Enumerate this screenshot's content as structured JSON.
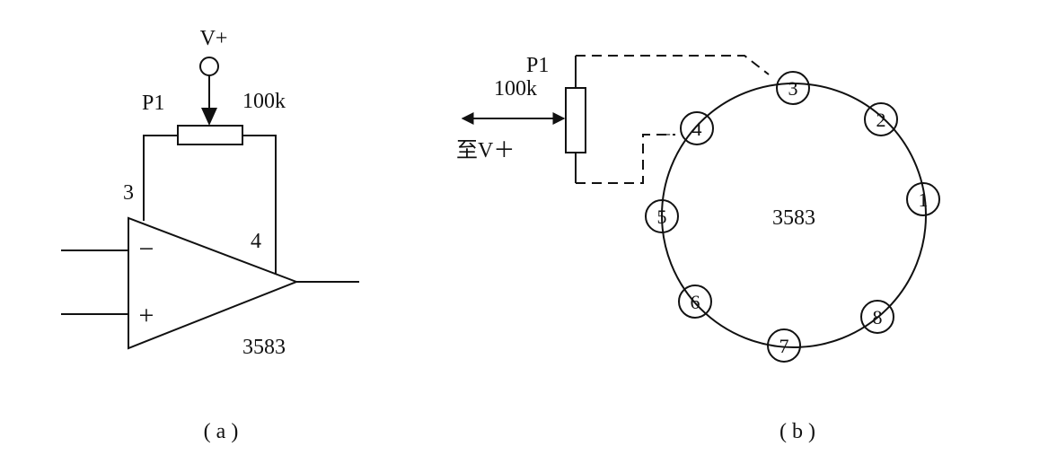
{
  "diagram_a": {
    "supply_label": "V+",
    "pot_name": "P1",
    "pot_value": "100k",
    "pin_3": "3",
    "pin_4": "4",
    "minus_sign": "−",
    "plus_sign": "+",
    "chip_label": "3583",
    "caption": "( a )"
  },
  "diagram_b": {
    "pot_name": "P1",
    "pot_value": "100k",
    "supply_label": "至V＋",
    "dash_mark": "–",
    "chip_label": "3583",
    "pins": [
      "1",
      "2",
      "3",
      "4",
      "5",
      "6",
      "7",
      "8"
    ],
    "caption": "( b )"
  }
}
